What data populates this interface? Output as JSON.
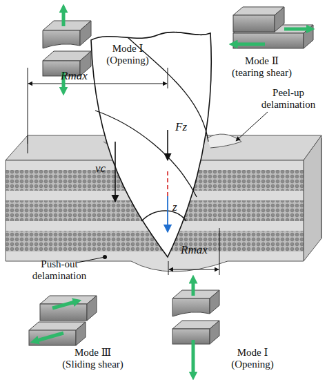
{
  "diagram": {
    "labels": [
      "Mode Ⅰ (Opening)",
      "Mode Ⅱ (tearing shear)",
      "Rmax",
      "Peel-up delamination",
      "Fz",
      "vc",
      "z",
      "Push-out delamination",
      "Rmax",
      "Mode Ⅲ (Sliding shear)",
      "Mode Ⅰ (Opening)"
    ]
  }
}
